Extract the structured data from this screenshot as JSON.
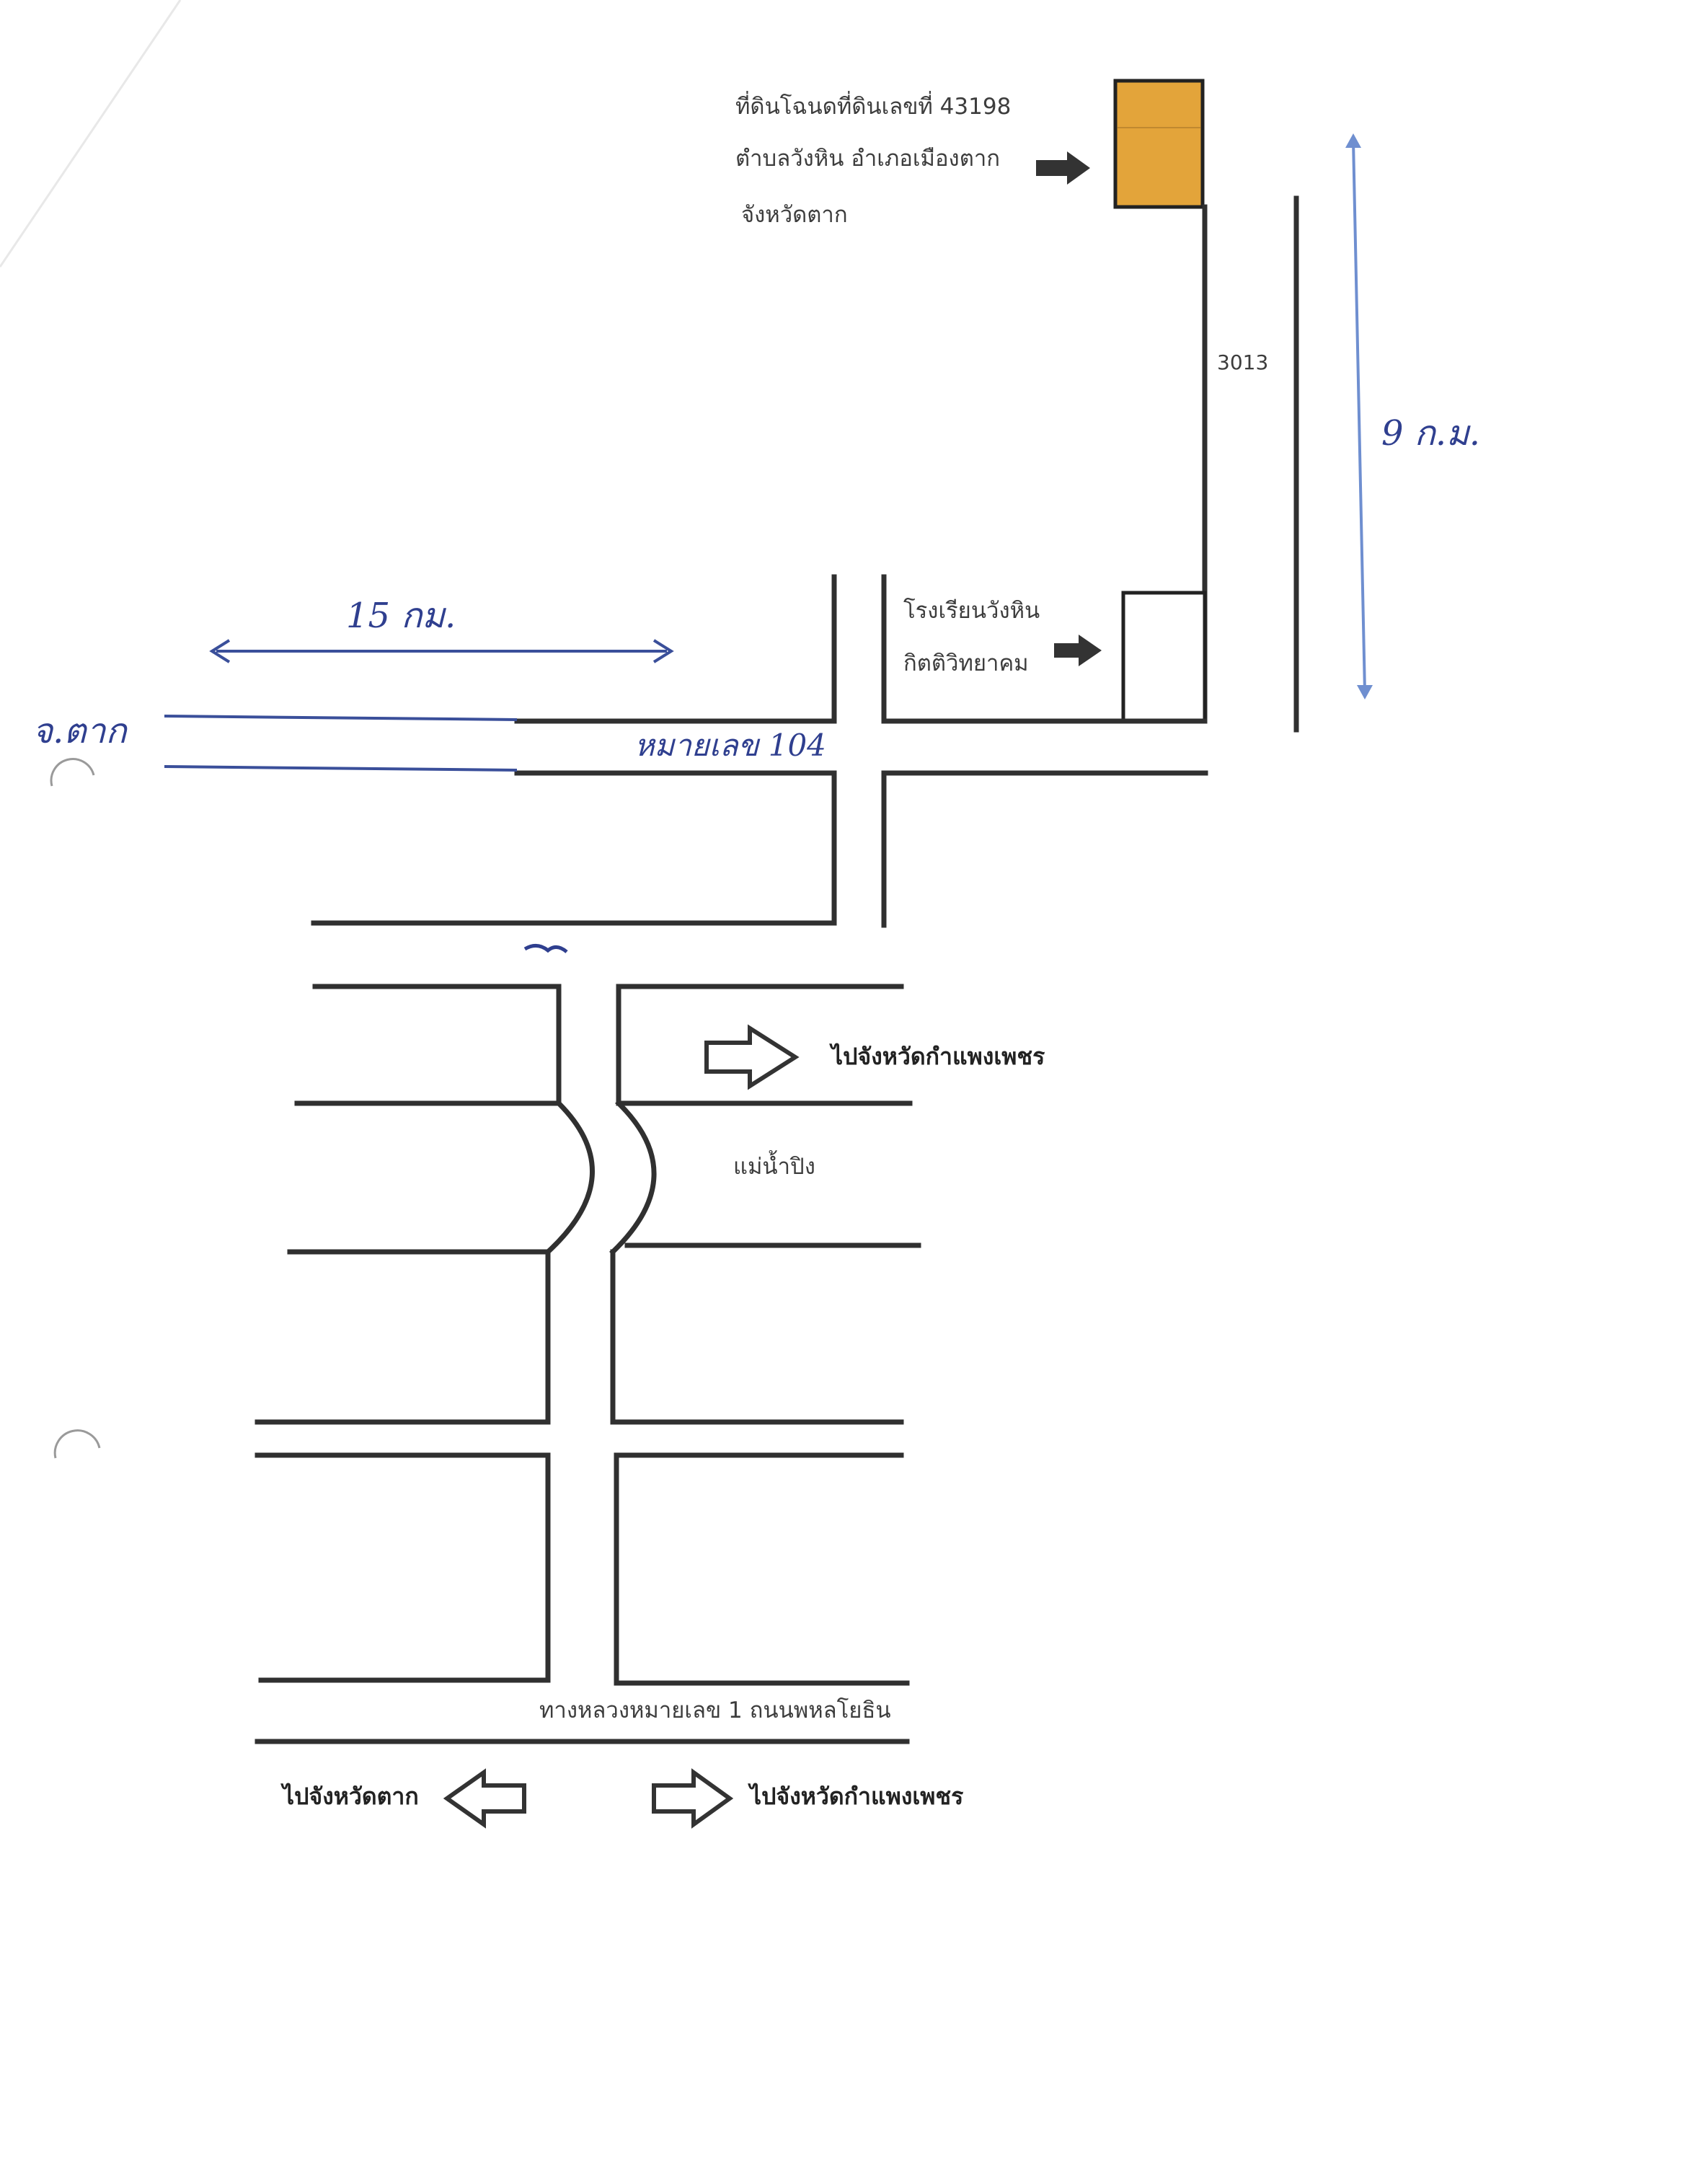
{
  "colors": {
    "parcel_fill": "#e3a43a",
    "road_line": "#303030",
    "handwriting": "#2f3f8f",
    "distance_arrow_light": "#6f8fd0"
  },
  "parcel": {
    "line1": "ที่ดินโฉนดที่ดินเลขที่ 43198",
    "line2": "ตำบลวังหิน อำเภอเมืองตาก",
    "line3": "จังหวัดตาก"
  },
  "road_3013": "3013",
  "distance_north": "9 ก.ม.",
  "distance_west": "15 กม.",
  "city_label": "จ.ตาก",
  "highway_104": "หมายเลข 104",
  "school": {
    "line1": "โรงเรียนวังหิน",
    "line2": "กิตติวิทยาคม"
  },
  "to_kamphaeng_upper": "ไปจังหวัดกำแพงเพชร",
  "river": "แม่น้ำปิง",
  "highway_1": "ทางหลวงหมายเลข 1 ถนนพหลโยธิน",
  "to_tak": "ไปจังหวัดตาก",
  "to_kamphaeng_lower": "ไปจังหวัดกำแพงเพชร"
}
